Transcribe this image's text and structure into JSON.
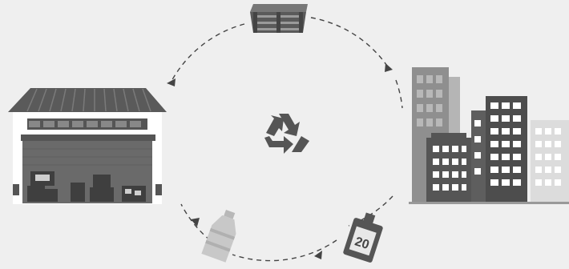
{
  "diagram": {
    "nodes": [
      {
        "id": "warehouse",
        "icon": "warehouse-icon"
      },
      {
        "id": "crate",
        "icon": "wooden-crate-icon"
      },
      {
        "id": "city",
        "icon": "city-buildings-icon"
      },
      {
        "id": "canister",
        "icon": "fuel-canister-icon",
        "label": "20"
      },
      {
        "id": "bottle",
        "icon": "plastic-bottle-icon"
      },
      {
        "id": "recycle",
        "icon": "recycle-symbol-icon"
      }
    ],
    "flow": [
      "crate",
      "city",
      "canister",
      "bottle",
      "warehouse",
      "crate"
    ],
    "colors": {
      "background": "#efefef",
      "dark": "#555555",
      "mid": "#6f6f6f",
      "light": "#b5b5b5",
      "lighter": "#dcdcdc",
      "dash": "#444444"
    }
  }
}
